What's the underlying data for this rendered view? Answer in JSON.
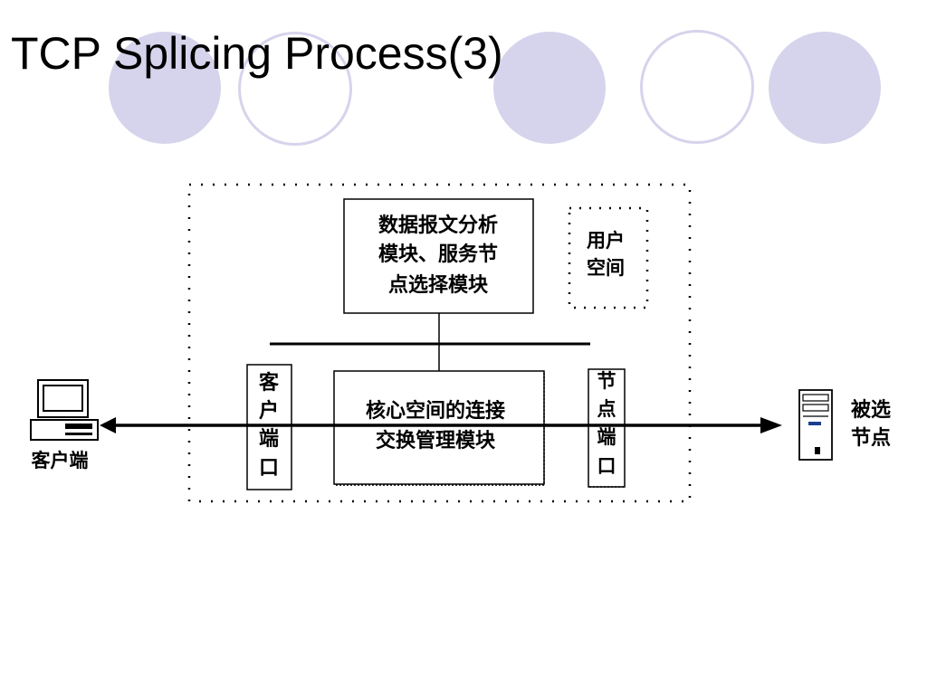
{
  "title": "TCP Splicing Process(3)",
  "colors": {
    "accent_circle": "#d6d4ec",
    "line": "#000000",
    "background": "#ffffff"
  },
  "diagram": {
    "analysis_module": [
      "数据报文分析",
      "模块、服务节",
      "点选择模块"
    ],
    "user_space": [
      "用户",
      "空间"
    ],
    "core_module": [
      "核心空间的连接",
      "交换管理模块"
    ],
    "client_port": [
      "客",
      "户",
      "端",
      "口"
    ],
    "node_port": [
      "节",
      "点",
      "端",
      "口"
    ],
    "client_label": "客户端",
    "server_label": [
      "被选",
      "节点"
    ],
    "icons": [
      "client-computer-icon",
      "server-tower-icon"
    ]
  }
}
